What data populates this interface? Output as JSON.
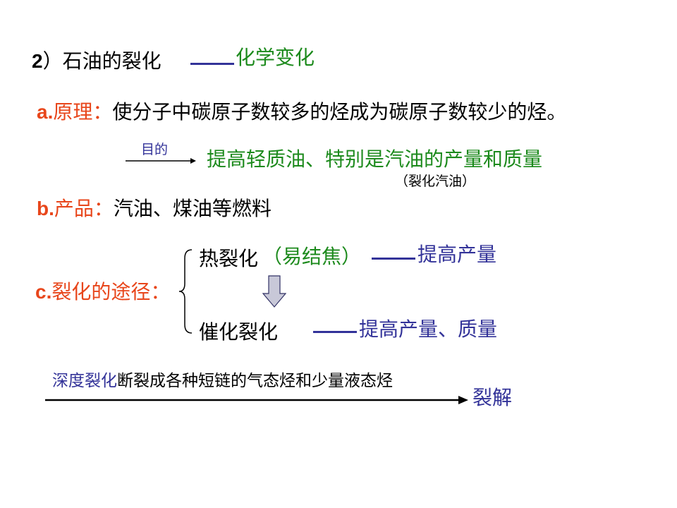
{
  "colors": {
    "black": "#000000",
    "orange": "#e8461b",
    "green": "#1c8a1c",
    "navy": "#333399",
    "link_blue": "#3b3bb0"
  },
  "heading": {
    "number": "2",
    "title": "）石油的裂化",
    "dash": "——",
    "change": "化学变化"
  },
  "principle": {
    "label": "a.",
    "label_word": "原理：",
    "text": "使分子中碳原子数较多的烃成为碳原子数较少的烃。"
  },
  "purpose": {
    "arrow_label": "目的",
    "text": "提高轻质油、特别是汽油的产量和质量",
    "note": "（裂化汽油）"
  },
  "products": {
    "label": "b.",
    "label_word": "产品：",
    "text": "汽油、煤油等燃料"
  },
  "routes": {
    "label": "c.",
    "label_word": "裂化的途径：",
    "thermal": "热裂化",
    "thermal_note": "（易结焦）",
    "thermal_dash": "——",
    "thermal_result": "提高产量",
    "catalytic": "催化裂化",
    "catalytic_dash": "——",
    "catalytic_result": "提高产量、质量"
  },
  "deep_cracking": {
    "term": "深度裂化",
    "text": "断裂成各种短链的气态烃和少量液态烃",
    "result": "裂解"
  }
}
